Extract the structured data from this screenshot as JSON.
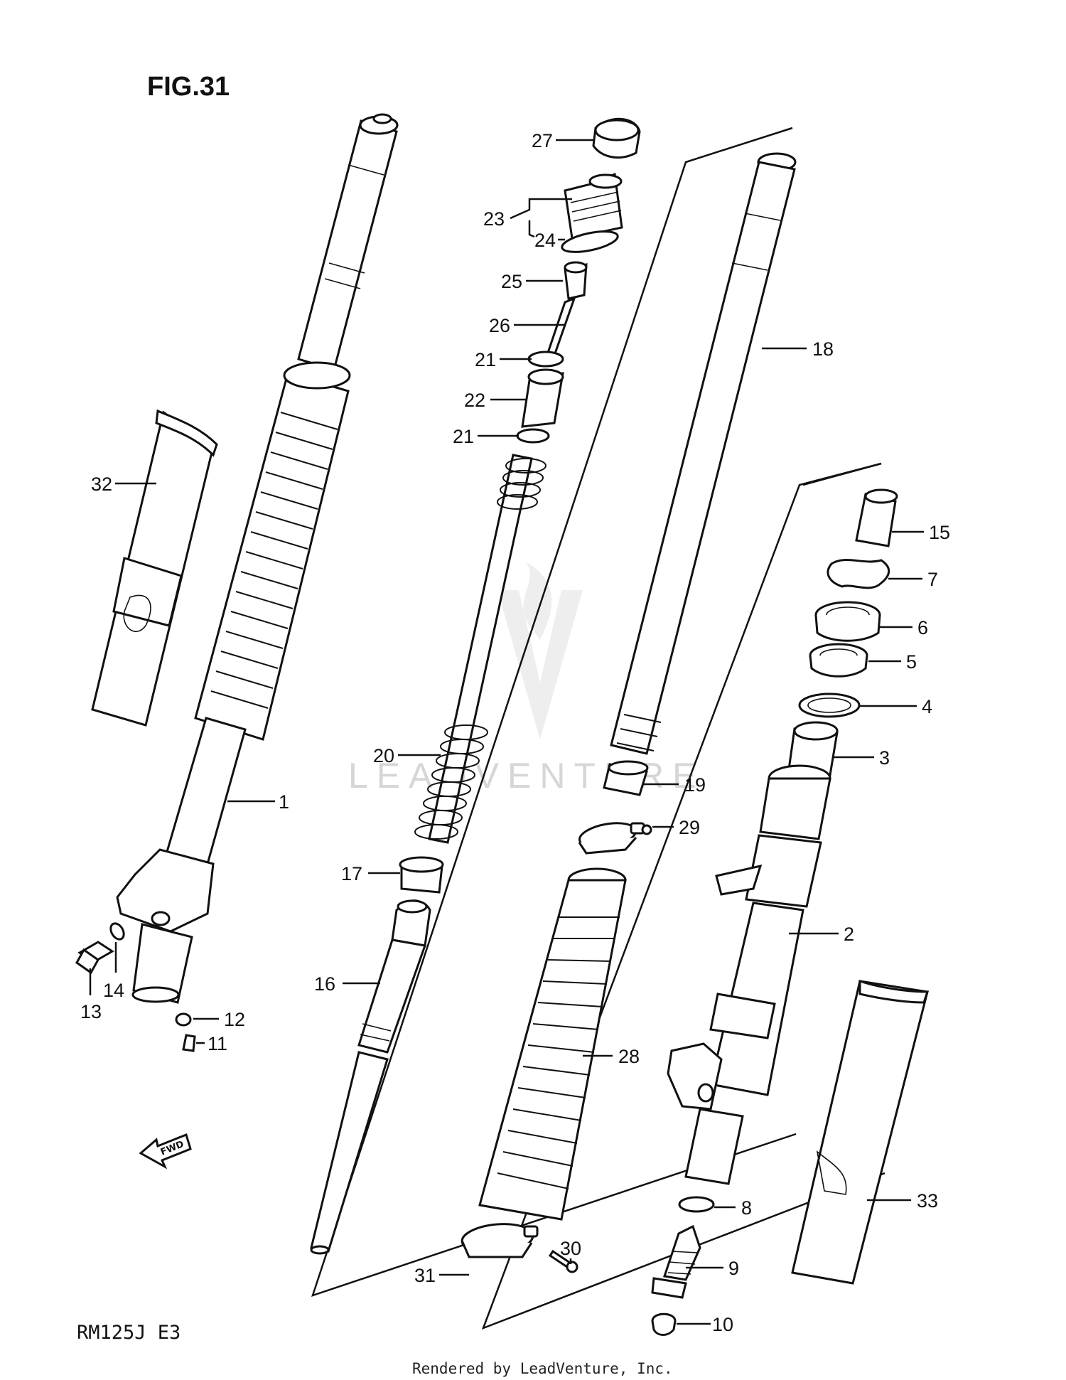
{
  "figure": {
    "title": "FIG.31",
    "model": "RM125J  E3",
    "footer": "Rendered by LeadVenture, Inc.",
    "watermark": "LEADVENTURE",
    "fwd_badge": "FWD"
  },
  "callouts": [
    {
      "id": "1",
      "label": "1"
    },
    {
      "id": "2",
      "label": "2"
    },
    {
      "id": "3",
      "label": "3"
    },
    {
      "id": "4",
      "label": "4"
    },
    {
      "id": "5",
      "label": "5"
    },
    {
      "id": "6",
      "label": "6"
    },
    {
      "id": "7",
      "label": "7"
    },
    {
      "id": "8",
      "label": "8"
    },
    {
      "id": "9",
      "label": "9"
    },
    {
      "id": "10",
      "label": "10"
    },
    {
      "id": "11",
      "label": "11"
    },
    {
      "id": "12",
      "label": "12"
    },
    {
      "id": "13",
      "label": "13"
    },
    {
      "id": "14",
      "label": "14"
    },
    {
      "id": "15",
      "label": "15"
    },
    {
      "id": "16",
      "label": "16"
    },
    {
      "id": "17",
      "label": "17"
    },
    {
      "id": "18",
      "label": "18"
    },
    {
      "id": "19",
      "label": "19"
    },
    {
      "id": "20",
      "label": "20"
    },
    {
      "id": "21a",
      "label": "21"
    },
    {
      "id": "21b",
      "label": "21"
    },
    {
      "id": "22",
      "label": "22"
    },
    {
      "id": "23",
      "label": "23"
    },
    {
      "id": "24",
      "label": "24"
    },
    {
      "id": "25",
      "label": "25"
    },
    {
      "id": "26",
      "label": "26"
    },
    {
      "id": "27",
      "label": "27"
    },
    {
      "id": "28",
      "label": "28"
    },
    {
      "id": "29",
      "label": "29"
    },
    {
      "id": "30",
      "label": "30"
    },
    {
      "id": "31",
      "label": "31"
    },
    {
      "id": "32",
      "label": "32"
    },
    {
      "id": "33",
      "label": "33"
    }
  ]
}
